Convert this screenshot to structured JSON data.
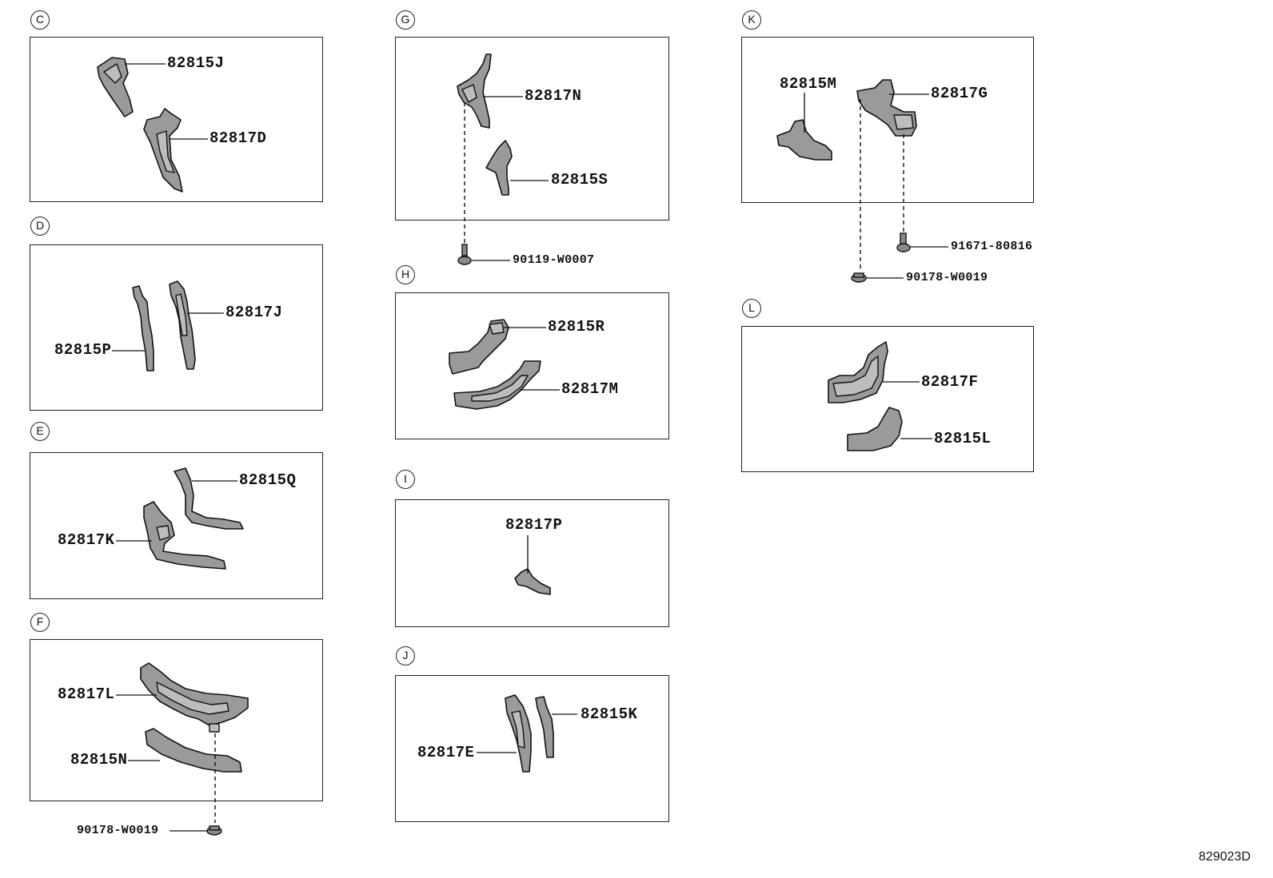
{
  "diagram_code": "829023D",
  "panels": {
    "C": {
      "letter": "C",
      "parts": [
        "82815J",
        "82817D"
      ]
    },
    "D": {
      "letter": "D",
      "parts": [
        "82817J",
        "82815P"
      ]
    },
    "E": {
      "letter": "E",
      "parts": [
        "82815Q",
        "82817K"
      ]
    },
    "F": {
      "letter": "F",
      "parts": [
        "82817L",
        "82815N"
      ],
      "fastener": "90178-W0019"
    },
    "G": {
      "letter": "G",
      "parts": [
        "82817N",
        "82815S"
      ],
      "fastener": "90119-W0007"
    },
    "H": {
      "letter": "H",
      "parts": [
        "82815R",
        "82817M"
      ]
    },
    "I": {
      "letter": "I",
      "parts": [
        "82817P"
      ]
    },
    "J": {
      "letter": "J",
      "parts": [
        "82815K",
        "82817E"
      ]
    },
    "K": {
      "letter": "K",
      "parts": [
        "82815M",
        "82817G"
      ],
      "fasteners": [
        "91671-80816",
        "90178-W0019"
      ]
    },
    "L": {
      "letter": "L",
      "parts": [
        "82817F",
        "82815L"
      ]
    }
  }
}
